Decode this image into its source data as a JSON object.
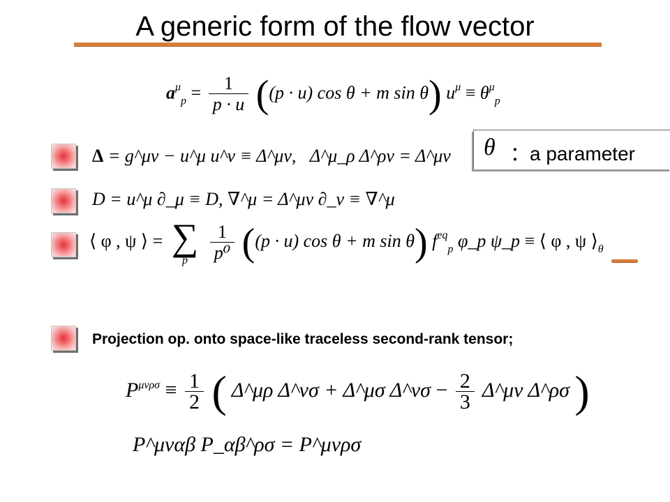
{
  "slide": {
    "title": "A generic form of the flow vector"
  },
  "equations": {
    "flow_vector": {
      "lhs_a": "a",
      "lhs_sup": "μ",
      "lhs_sub": "p",
      "eq": "=",
      "frac_num": "1",
      "frac_den": "p · u",
      "body": "(p · u) cos θ + m sin θ",
      "u": "u",
      "u_sup": "μ",
      "equiv": "≡",
      "theta": "θ",
      "theta_sup": "μ",
      "theta_sub": "p"
    },
    "delta": "Δ",
    "delta_def": "= g^μν − u^μ u^ν ≡ Δ^μν,",
    "delta_identity": "Δ^μ_ρ Δ^ρν = Δ^μν",
    "derivatives": "D = u^μ ∂_μ ≡ D,   ∇^μ = Δ^μν ∂_ν ≡ ∇^μ",
    "inner_product": {
      "lhs": "⟨ φ , ψ ⟩ =",
      "sum_symbol": "∑",
      "sum_index": "p",
      "frac_num": "1",
      "frac_den": "p⁰",
      "body": "(p · u) cos θ + m sin θ",
      "f": "f",
      "f_sup": "eq",
      "f_sub": "p",
      "rest": "φ_p ψ_p",
      "rhs": "≡ ⟨ φ , ψ ⟩",
      "rhs_sub": "θ"
    },
    "projector": {
      "lhs": "P",
      "lhs_sup": "μνρσ",
      "equiv": "≡",
      "frac1_num": "1",
      "frac1_den": "2",
      "term1": "Δ^μρ Δ^νσ + Δ^μσ Δ^νσ",
      "minus": "−",
      "frac2_num": "2",
      "frac2_den": "3",
      "term2": "Δ^μν Δ^ρσ"
    },
    "projector_identity": "P^μναβ P_αβ^ρσ = P^μνρσ"
  },
  "parameter_note": {
    "symbol": "θ",
    "text": "：a parameter"
  },
  "projection_text": "Projection op. onto space-like traceless second-rank tensor;",
  "colors": {
    "accent_rule": "#d87c3a",
    "bullet_red": "#e8323a"
  }
}
